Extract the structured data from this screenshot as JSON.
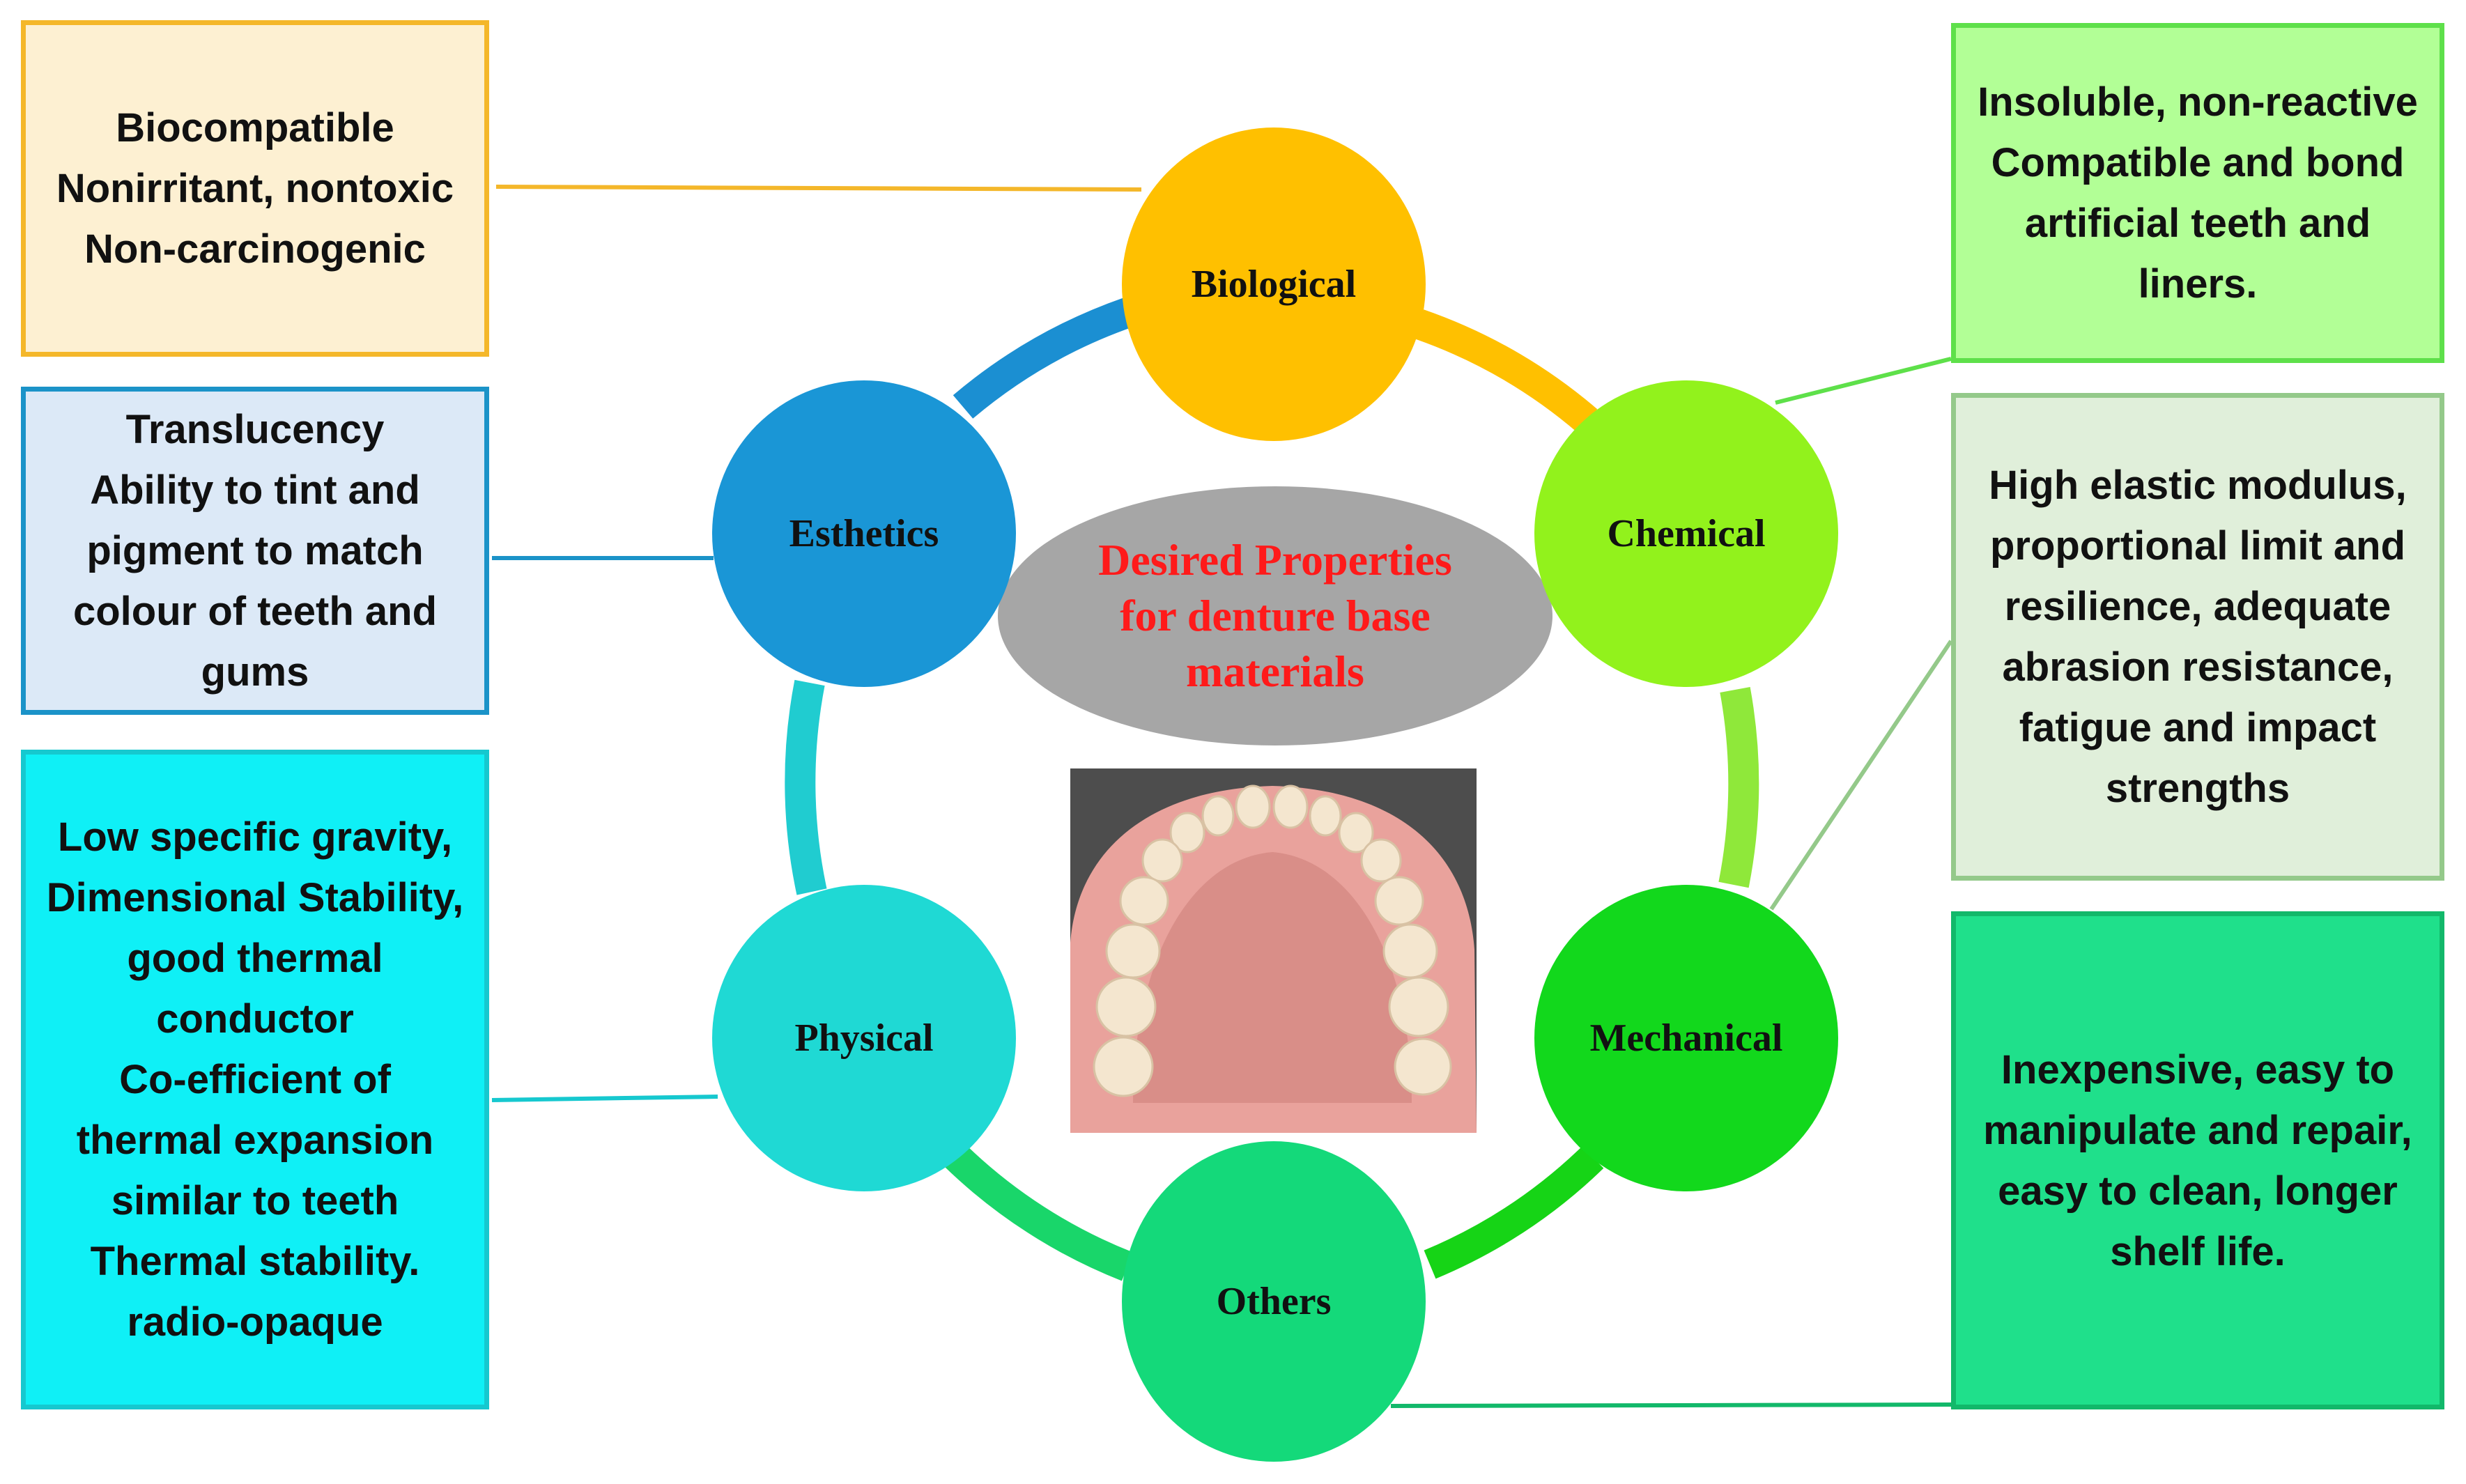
{
  "center": {
    "title_lines": [
      "Desired Properties",
      "for denture base",
      "materials"
    ]
  },
  "nodes": {
    "biological": {
      "label": "Biological",
      "color": "#ffc000"
    },
    "chemical": {
      "label": "Chemical",
      "color": "#92f21c"
    },
    "mechanical": {
      "label": "Mechanical",
      "color": "#12d81c"
    },
    "others": {
      "label": "Others",
      "color": "#14d97a"
    },
    "physical": {
      "label": "Physical",
      "color": "#1fd9d4"
    },
    "esthetics": {
      "label": "Esthetics",
      "color": "#1a96d6"
    }
  },
  "boxes": {
    "biological": {
      "lines": [
        "Biocompatible",
        "Nonirritant, nontoxic",
        "Non-carcinogenic"
      ],
      "fill": "#fdf0d2",
      "border": "#f4b72a"
    },
    "esthetics": {
      "lines": [
        "Translucency",
        "Ability to tint and",
        "pigment to match",
        "colour of teeth and",
        "gums"
      ],
      "fill": "#dce9f7",
      "border": "#1b93c8"
    },
    "physical": {
      "lines": [
        "Low specific gravity,",
        "Dimensional Stability,",
        "good thermal",
        "conductor",
        "Co-efficient of",
        "thermal expansion",
        "similar to teeth",
        "Thermal stability.",
        "radio-opaque"
      ],
      "fill": "#0ff0f6",
      "border": "#16c8cf"
    },
    "chemical": {
      "lines": [
        "Insoluble, non-reactive",
        "Compatible and bond",
        "artificial teeth and",
        "liners."
      ],
      "fill": "#b2ff96",
      "border": "#5ee04a"
    },
    "mechanical": {
      "lines": [
        "High elastic modulus,",
        "proportional limit and",
        "resilience, adequate",
        "abrasion resistance,",
        "fatigue and impact",
        "strengths"
      ],
      "fill": "#e0efda",
      "border": "#94c98a"
    },
    "others": {
      "lines": [
        "Inexpensive, easy to",
        "manipulate and repair,",
        "easy to clean, longer",
        "shelf life."
      ],
      "fill": "#1fe08b",
      "border": "#12b86a"
    }
  },
  "photo": {
    "alt": "Denture"
  }
}
